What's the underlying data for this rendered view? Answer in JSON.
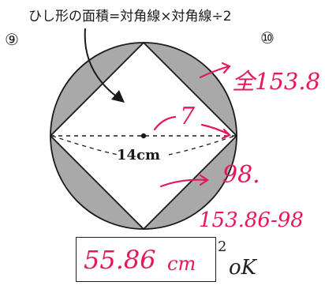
{
  "problem": {
    "formula": "ひし形の面積=対角線×対角線÷2",
    "number_current": "⑨",
    "number_next": "⑩",
    "dimension_label": "14cm"
  },
  "handwritten": {
    "whole_area": "全153.8",
    "radius": "7",
    "rhombus_area": "98.",
    "subtraction": "153.86-98",
    "final_answer": "55.86",
    "final_unit": "cm",
    "final_unit_power": "2",
    "check_mark": "oK"
  },
  "colors": {
    "ink_black": "#1a1a1a",
    "ink_red": "#e6185a",
    "shading": "#a9a9a9",
    "fill_white": "#ffffff"
  }
}
